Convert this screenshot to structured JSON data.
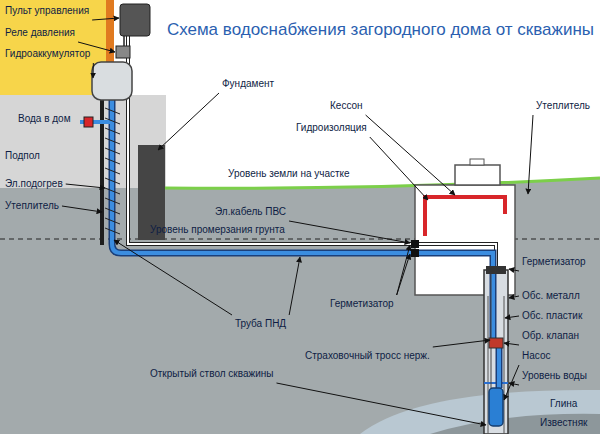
{
  "diagram": {
    "title": "Схема водоснабжения загородного дома от скважины",
    "labels": [
      "Пульт управления",
      "Реле давления",
      "Гидроаккумулятор",
      "Фундамент",
      "Кессон",
      "Утеплитель",
      "Вода в дом",
      "Гидроизоляция",
      "Подпол",
      "Уровень земли на участке",
      "Эл.подогрев",
      "Утеплитель",
      "Эл.кабель ПВС",
      "Уровень промерзания грунта",
      "Герметизатор",
      "Обс. металл",
      "Труба ПНД",
      "Герметизатор",
      "Обс. пластик",
      "Обр. клапан",
      "Страховочный тросс нерж.",
      "Насос",
      "Уровень воды",
      "Открытый ствол скважины",
      "Глина",
      "Известняк"
    ]
  }
}
